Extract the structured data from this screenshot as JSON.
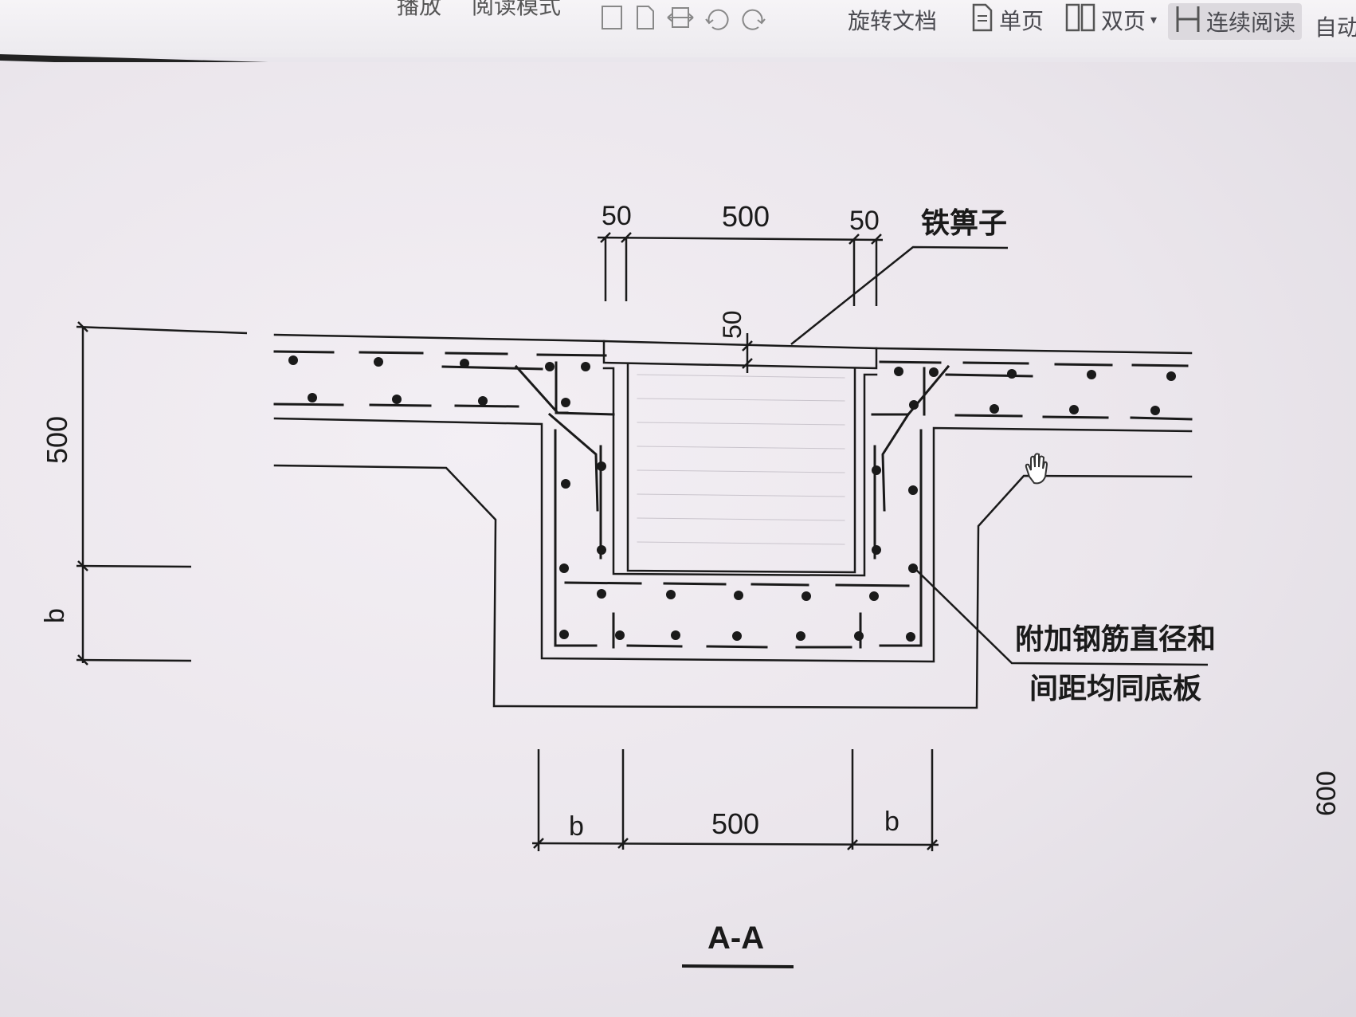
{
  "toolbar": {
    "menu_items": [
      "播放",
      "阅读模式"
    ],
    "rotate_label": "旋转文档",
    "single_page": "单页",
    "double_page": "双页",
    "continuous_read": "连续阅读",
    "auto_label": "自动"
  },
  "drawing": {
    "dim_top_left": "50",
    "dim_top_center": "500",
    "dim_top_right": "50",
    "dim_cover_thickness": "50",
    "grate_label": "铁箅子",
    "dim_left_500": "500",
    "dim_left_b": "b",
    "dim_bottom_b_left": "b",
    "dim_bottom_center": "500",
    "dim_bottom_b_right": "b",
    "note_line1": "附加钢筋直径和",
    "note_line2": "间距均同底板",
    "dim_right_edge": "600",
    "section_title": "A-A"
  }
}
